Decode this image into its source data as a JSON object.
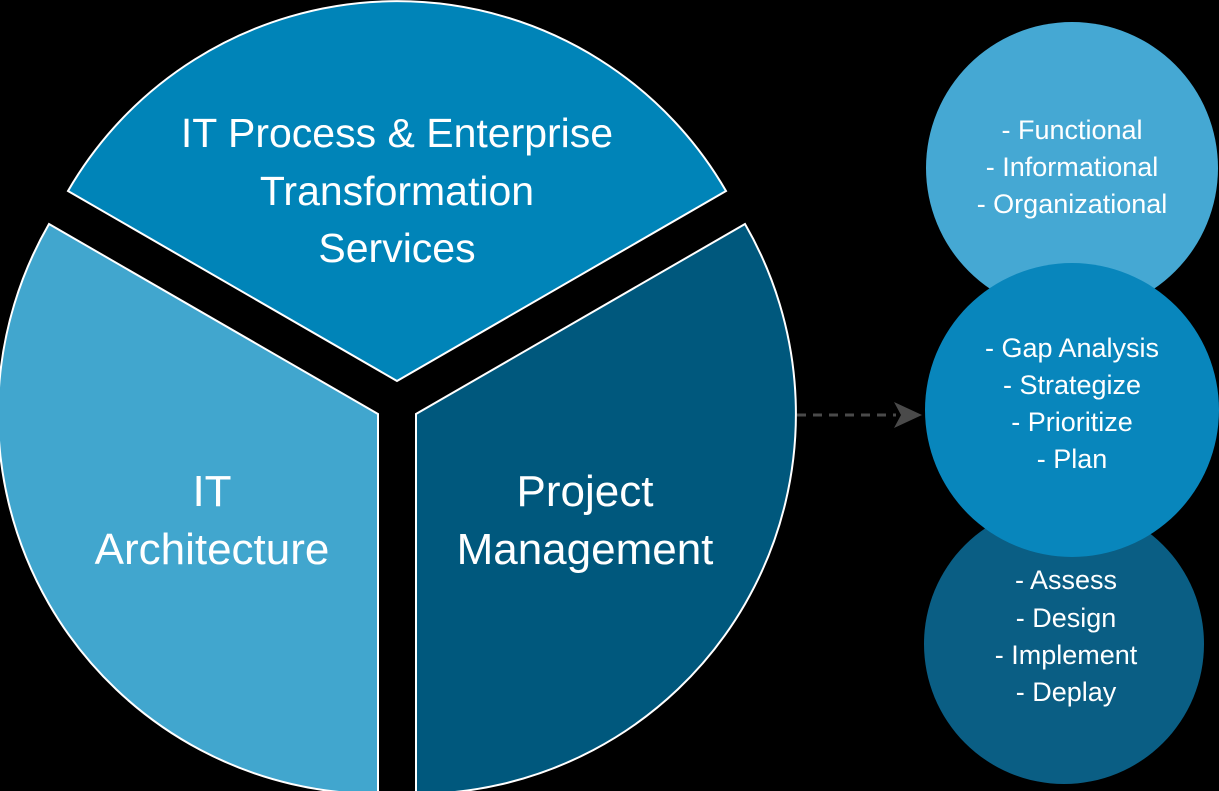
{
  "background_color": "#000000",
  "text_color": "#FFFFFF",
  "pie": {
    "outline_color": "#FFFFFF",
    "slices": [
      {
        "id": "it-process-enterprise-transformation-services",
        "color": "#0084B8",
        "label_lines": [
          "IT Process & Enterprise",
          "Transformation",
          "Services"
        ]
      },
      {
        "id": "it-architecture",
        "color": "#41A6CE",
        "label_lines": [
          "IT",
          "Architecture"
        ]
      },
      {
        "id": "project-management",
        "color": "#00587D",
        "label_lines": [
          "Project",
          "Management"
        ]
      }
    ]
  },
  "arrow": {
    "color": "#4A4A4A",
    "style": "dashed",
    "direction": "right"
  },
  "detail_circles": [
    {
      "id": "transformation-details",
      "color": "#45A8D3",
      "items": [
        "- Functional",
        "- Informational",
        "- Organizational"
      ]
    },
    {
      "id": "strategy-details",
      "color": "#0886BC",
      "items": [
        "- Gap Analysis",
        "- Strategize",
        "- Prioritize",
        "- Plan"
      ]
    },
    {
      "id": "delivery-details",
      "color": "#0A5E84",
      "items": [
        "- Assess",
        "- Design",
        "- Implement",
        "- Deplay"
      ]
    }
  ]
}
